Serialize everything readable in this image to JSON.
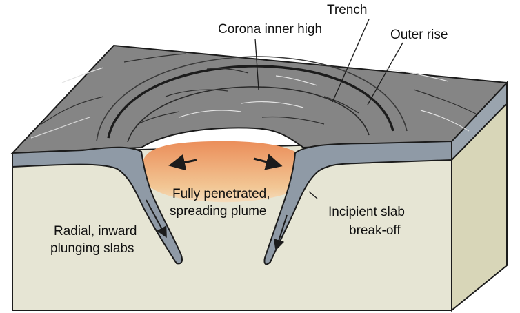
{
  "labels": {
    "corona_inner_high": "Corona inner high",
    "trench": "Trench",
    "outer_rise": "Outer rise",
    "plume_line1": "Fully penetrated,",
    "plume_line2": "spreading plume",
    "radial_line1": "Radial, inward",
    "radial_line2": "plunging slabs",
    "breakoff_line1": "Incipient slab",
    "breakoff_line2": "break-off"
  },
  "colors": {
    "surface": "#858585",
    "lithosphere": "#8f9aa6",
    "lithosphere_front": "#a9b2bc",
    "mantle": "#e6e5d4",
    "mantle_side": "#d8d6b8",
    "plume_hot": "#eb8e5a",
    "plume_cool": "#f2c694",
    "outline": "#1c1c1c"
  }
}
